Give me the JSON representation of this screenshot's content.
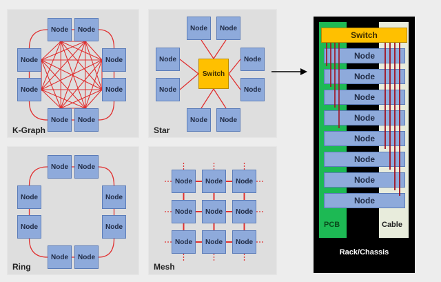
{
  "colors": {
    "node_fill": "#8eaadb",
    "node_border": "#5b7cb8",
    "switch_fill": "#ffc000",
    "link": "#e03030",
    "rack_link": "#a01020",
    "pcb": "#1db954",
    "cable": "#e8ecdc",
    "rack": "#000000",
    "panel": "#dedede"
  },
  "node_label": "Node",
  "switch_label": "Switch",
  "panels": {
    "kgraph": {
      "label": "K-Graph",
      "node_count": 8,
      "topology": "fully-connected"
    },
    "star": {
      "label": "Star",
      "node_count": 8,
      "topology": "star",
      "center": "Switch"
    },
    "ring": {
      "label": "Ring",
      "node_count": 8,
      "topology": "ring"
    },
    "mesh": {
      "label": "Mesh",
      "rows": 3,
      "cols": 3,
      "topology": "2d-mesh"
    }
  },
  "rack": {
    "switch_label": "Switch",
    "node_count": 8,
    "pcb_label": "PCB",
    "cable_label": "Cable",
    "title": "Rack/Chassis",
    "pcb_links": 4,
    "cable_links": 4
  },
  "arrow": {
    "from": "Star",
    "to": "Rack/Chassis"
  }
}
